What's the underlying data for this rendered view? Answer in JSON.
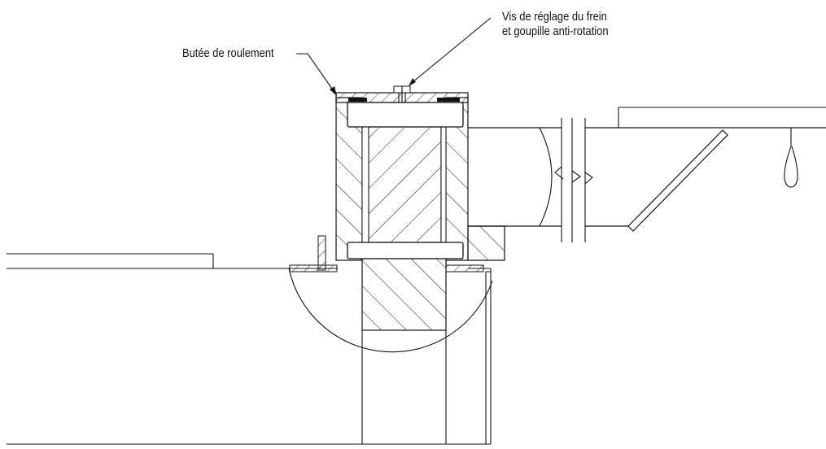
{
  "labels": {
    "bearing_stop": "Butée de roulement",
    "brake_screw_line1": "Vis de réglage du frein",
    "brake_screw_line2": "et goupille anti-rotation"
  }
}
